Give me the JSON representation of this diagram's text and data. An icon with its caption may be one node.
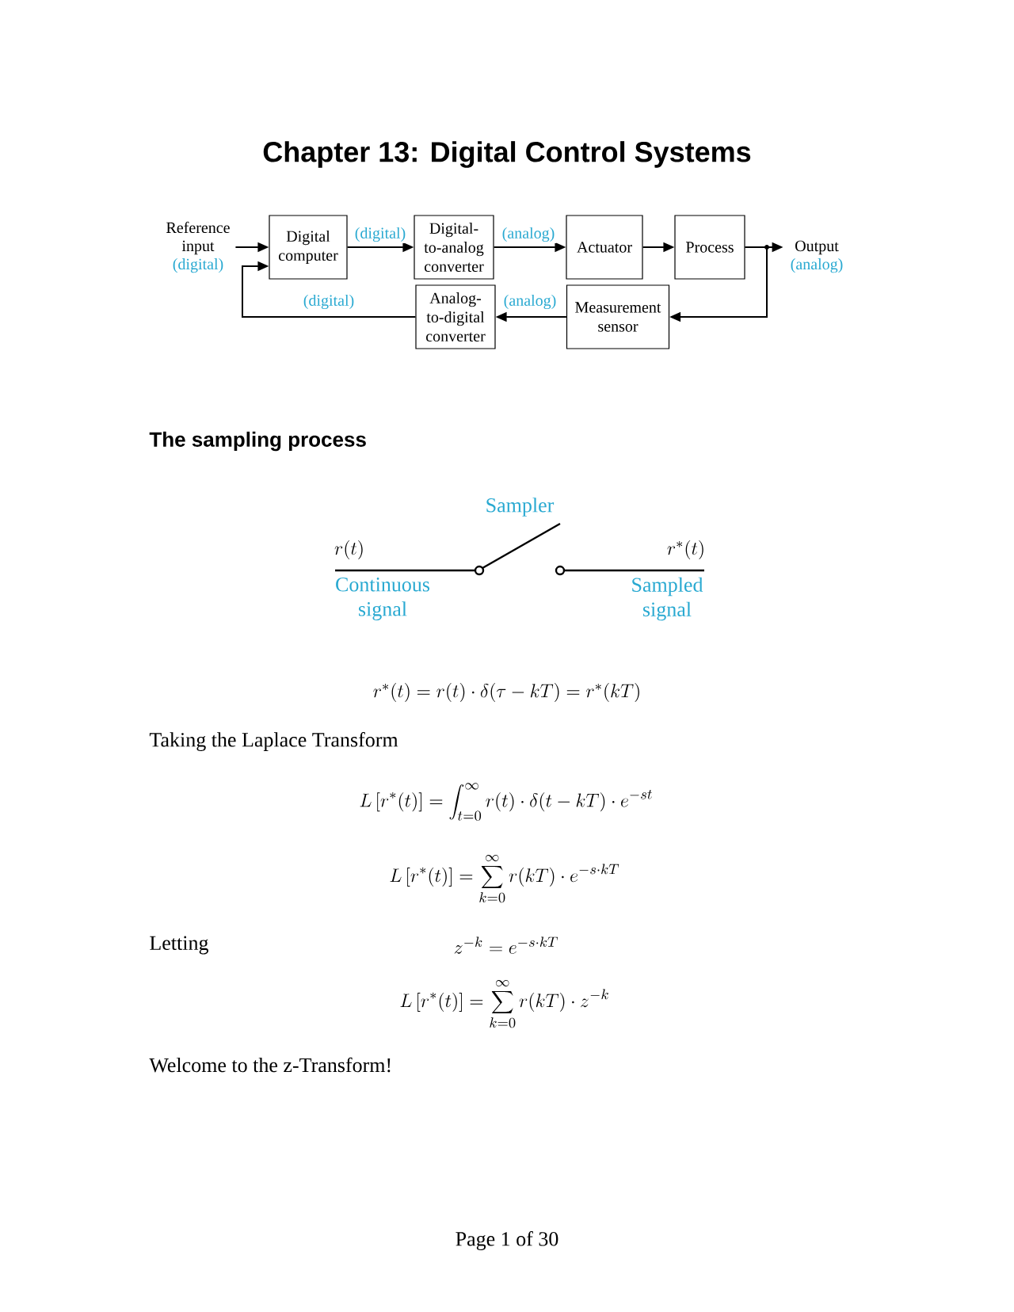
{
  "diagram": {
    "title": "Chapter 13: Digital Control Systems",
    "nodes": [
      {
        "text": [
          "Reference input",
          "(digital)"
        ]
      },
      {
        "text": [
          "Digital computer"
        ]
      },
      {
        "text": [
          "Digital-to-analog converter"
        ]
      },
      {
        "text": [
          "Actuator"
        ]
      },
      {
        "text": [
          "Process"
        ]
      },
      {
        "text": [
          "Output",
          "(analog)"
        ]
      },
      {
        "text": [
          "Measurement sensor"
        ]
      },
      {
        "text": [
          "Analog-to-digital converter"
        ]
      }
    ],
    "edges": [
      {
        "from": 0,
        "to": 1,
        "arrow": "to"
      },
      {
        "from": 1,
        "to": 2,
        "arrow": "to",
        "label": "(digital)"
      },
      {
        "from": 2,
        "to": 3,
        "arrow": "to",
        "label": "(analog)"
      },
      {
        "from": 3,
        "to": 4,
        "arrow": "to"
      },
      {
        "from": 4,
        "to": 5,
        "arrow": "to"
      },
      {
        "from": 4,
        "to": 6,
        "arrow": "to"
      },
      {
        "from": 6,
        "to": 7,
        "arrow": "to",
        "label": "(analog)"
      },
      {
        "from": 7,
        "to": 1,
        "arrow": "to",
        "label": "(digital)"
      }
    ],
    "labels": [
      "The sampling process",
      "Sampler",
      "r(t)",
      "r^{*}(t)",
      "Continuous signal",
      "Sampled signal",
      "r^{*}(t) = r(t)\\cdot\\delta(\\tau - kT) = r^{*}(kT)",
      "Taking the Laplace Transform",
      "L\\left[r^{*}(t)\\right] = \\int_{t=0}^{\\infty} r(t)\\cdot\\delta(t - kT)\\cdot e^{-st}",
      "L\\left[r^{*}(t)\\right] = \\sum_{k=0}^{\\infty} r(kT)\\cdot e^{-s\\cdot kT}",
      "Letting",
      "z^{-k} = e^{-s\\cdot kT}",
      "L\\left[r^{*}(t)\\right] = \\sum_{k=0}^{\\infty} r(kT)\\cdot z^{-k}",
      "Welcome to the z-Transform!",
      "Page 1 of 30"
    ]
  }
}
